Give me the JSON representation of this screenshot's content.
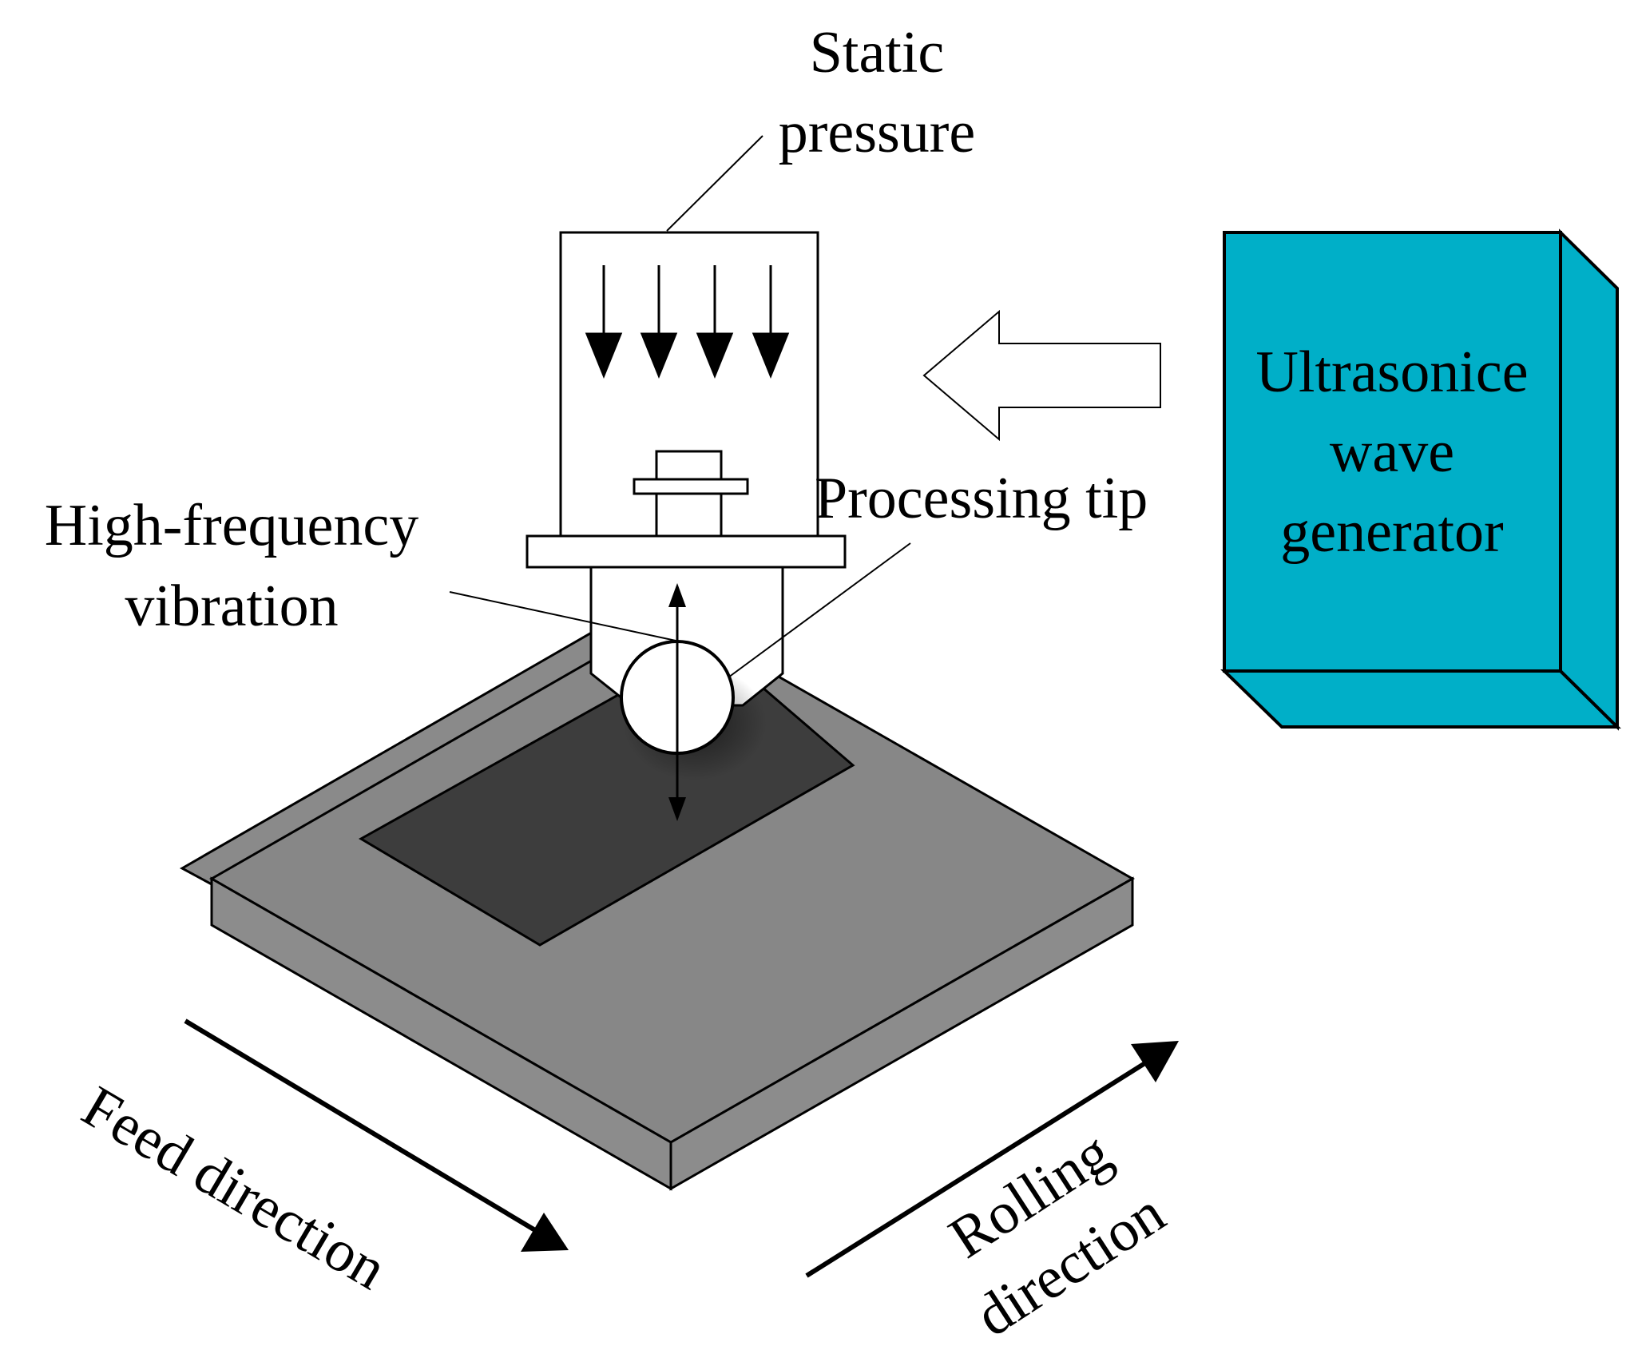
{
  "labels": {
    "static_pressure_line1": "Static",
    "static_pressure_line2": "pressure",
    "processing_tip": "Processing tip",
    "hf_vibration_line1": "High-frequency",
    "hf_vibration_line2": "vibration",
    "generator_line1": "Ultrasonice",
    "generator_line2": "wave",
    "generator_line3": "generator",
    "feed_direction": "Feed direction",
    "rolling_line1": "Rolling",
    "rolling_line2": "direction"
  },
  "colors": {
    "generator_front": "#00afc8",
    "generator_side": "#00afc8",
    "plate_top": "#878787",
    "plate_side": "#8c8c8c",
    "treated_region": "#3d3d3d",
    "outline": "#000000"
  }
}
